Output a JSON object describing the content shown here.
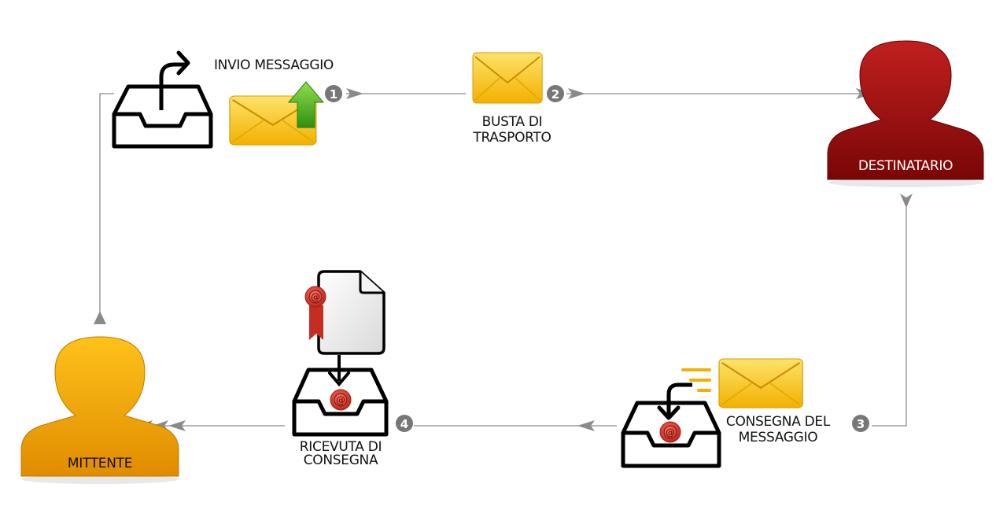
{
  "steps": {
    "invio": {
      "number": "1",
      "label": "INVIO MESSAGGIO"
    },
    "busta": {
      "number": "2",
      "label_line1": "BUSTA DI",
      "label_line2": "TRASPORTO"
    },
    "consegna": {
      "number": "3",
      "label_line1": "CONSEGNA DEL",
      "label_line2": "MESSAGGIO"
    },
    "ricevuta": {
      "number": "4",
      "label_line1": "RICEVUTA DI",
      "label_line2": "CONSEGNA"
    }
  },
  "actors": {
    "mittente": {
      "label": "MITTENTE",
      "color": "#f2a800"
    },
    "destinatario": {
      "label": "DESTINATARIO",
      "color": "#a30f0f"
    }
  },
  "icons": [
    "outbox-icon",
    "envelope-upload-icon",
    "envelope-icon",
    "inbox-download-icon",
    "receipt-document-icon",
    "wax-seal-icon",
    "user-icon"
  ],
  "colors": {
    "connector": "#8a8a8a",
    "badge": "#777777",
    "envelope": "#f7c51a"
  }
}
